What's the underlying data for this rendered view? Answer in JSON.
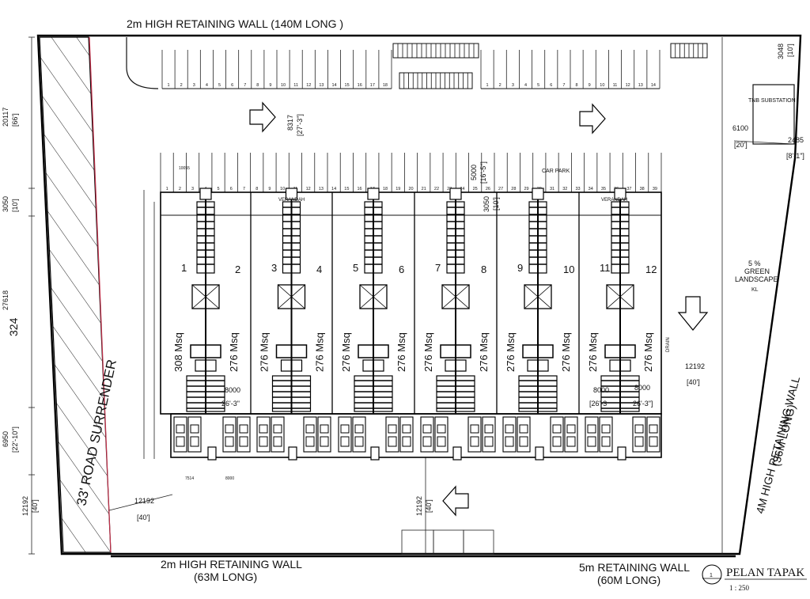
{
  "labels": {
    "top_wall": "2m HIGH RETAINING WALL (140M LONG )",
    "bottom_left_wall_1": "2m HIGH RETAINING WALL",
    "bottom_left_wall_2": "(63M LONG)",
    "bottom_right_wall_1": "5m RETAINING WALL",
    "bottom_right_wall_2": "(60M LONG)",
    "right_wall_1": "4M HIGH RETAINING WALL",
    "right_wall_2": "(36M LONG)",
    "road_surrender": "33' ROAD SURRENDER",
    "tnb": "TNB SUBSTATION",
    "car_park": "CAR PARK",
    "green_1": "5 %",
    "green_2": "GREEN",
    "green_3": "LANDSCAPE",
    "green_4": "KL",
    "verandah_a": "VERANDAH",
    "verandah_b": "VERANDAH",
    "drain": "DRAIN",
    "plan_title": "PELAN TAPAK",
    "plan_scale": "1 : 250",
    "plan_no": "1"
  },
  "dimensions": {
    "d20117": "20117",
    "d66": "[66']",
    "d3050a": "3050",
    "d10a": "[10']",
    "d27618": "27618",
    "d324": "324",
    "d6950": "6950",
    "d22_10": "[22'-10\"]",
    "d12192a": "12192",
    "d40a": "[40']",
    "d12192b": "12192",
    "d40b": "[40']",
    "d8317": "8317",
    "d27_3": "[27'-3\"]",
    "d5000": "5000",
    "d16_5": "[16'-5\"]",
    "d3050b": "3050",
    "d10b": "[10']",
    "d6100": "6100",
    "d20": "[20']",
    "d3048": "3048",
    "d10c": "[10']",
    "d2485": "2485",
    "d8_1": "[8'-1\"]",
    "d12192c": "12192",
    "d40c": "[40']",
    "d12192d": "12192",
    "d40d": "[40']",
    "d8000a": "8000",
    "d26_3a": "26'-3\"",
    "d8000b": "8000",
    "d26_3b": "[26'-3",
    "d8000c": "8000",
    "d26_3c": "26'-3\"]",
    "d7514": "7514",
    "d8000d": "8000",
    "d10055": "10055"
  },
  "parking_top_left": [
    "1",
    "2",
    "3",
    "4",
    "5",
    "6",
    "7",
    "8",
    "9",
    "10",
    "11",
    "12",
    "13",
    "14",
    "15",
    "16",
    "17",
    "18"
  ],
  "parking_top_right": [
    "1",
    "2",
    "3",
    "4",
    "5",
    "6",
    "7",
    "8",
    "9",
    "10",
    "11",
    "12",
    "13",
    "14"
  ],
  "parking_mid": [
    "1",
    "2",
    "3",
    "4",
    "5",
    "6",
    "7",
    "8",
    "9",
    "10",
    "11",
    "12",
    "13",
    "14",
    "15",
    "16",
    "17",
    "18",
    "19",
    "20",
    "21",
    "22",
    "23",
    "24",
    "25",
    "26",
    "27",
    "28",
    "29",
    "30",
    "31",
    "32",
    "33",
    "34",
    "35",
    "36",
    "37",
    "38",
    "39"
  ],
  "units": [
    {
      "no": "1",
      "area": "308 Msq"
    },
    {
      "no": "2",
      "area": "276 Msq"
    },
    {
      "no": "3",
      "area": "276 Msq"
    },
    {
      "no": "4",
      "area": "276 Msq"
    },
    {
      "no": "5",
      "area": "276 Msq"
    },
    {
      "no": "6",
      "area": "276 Msq"
    },
    {
      "no": "7",
      "area": "276 Msq"
    },
    {
      "no": "8",
      "area": "276 Msq"
    },
    {
      "no": "9",
      "area": "276 Msq"
    },
    {
      "no": "10",
      "area": "276 Msq"
    },
    {
      "no": "11",
      "area": "276 Msq"
    },
    {
      "no": "12",
      "area": "276 Msq"
    }
  ]
}
